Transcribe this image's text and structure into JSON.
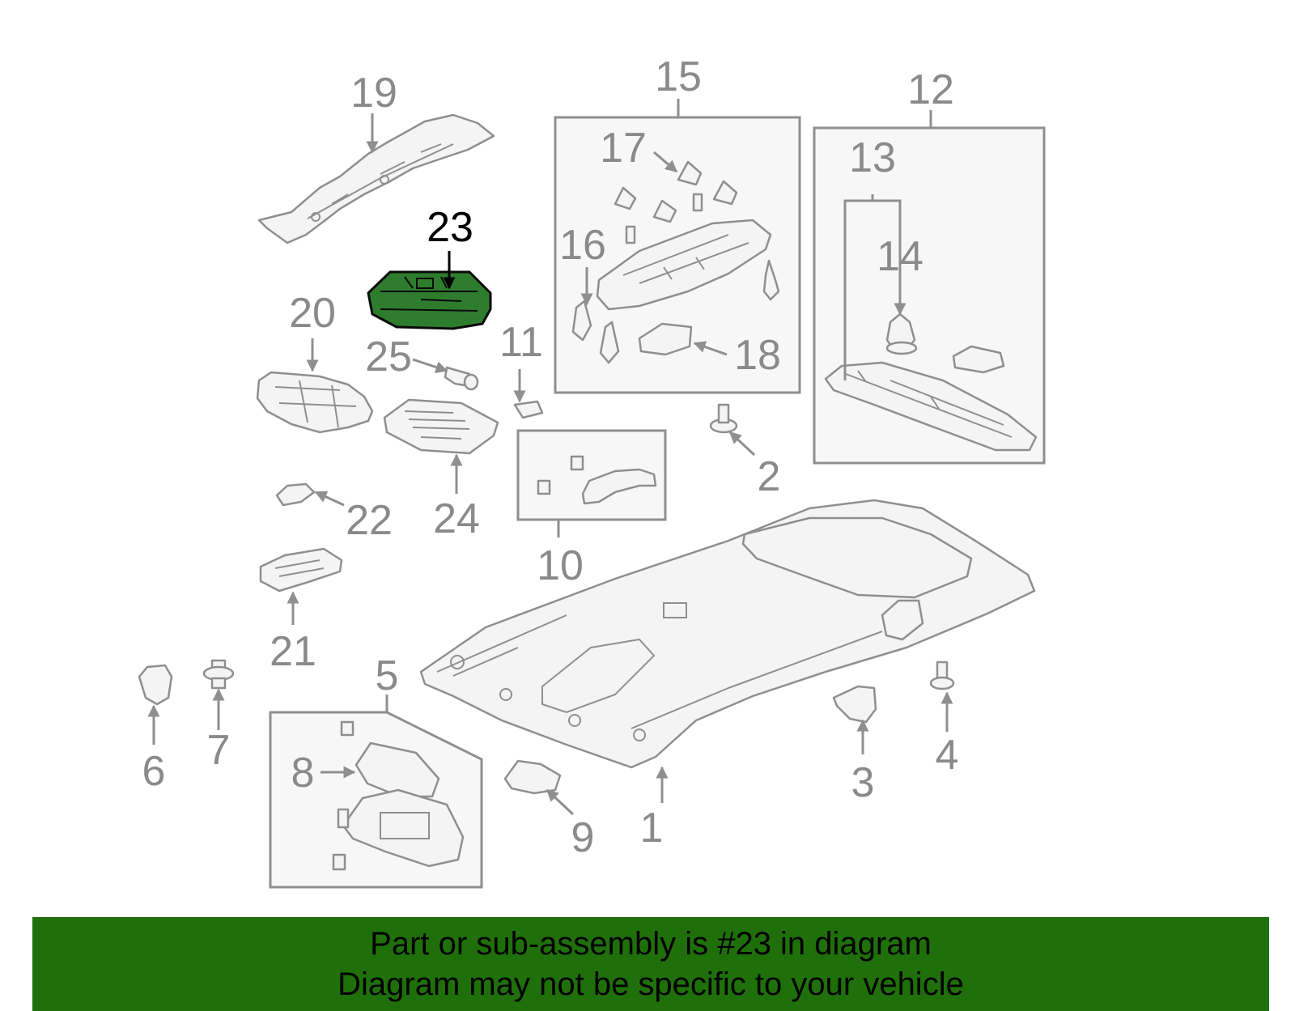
{
  "highlighted_part": "23",
  "callouts": [
    "1",
    "2",
    "3",
    "4",
    "5",
    "6",
    "7",
    "8",
    "9",
    "10",
    "11",
    "12",
    "13",
    "14",
    "15",
    "16",
    "17",
    "18",
    "19",
    "20",
    "21",
    "22",
    "23",
    "24",
    "25"
  ],
  "banner": {
    "line1": "Part or sub-assembly is #23 in diagram",
    "line2": "Diagram may not be specific to your vehicle"
  },
  "colors": {
    "banner_background": "#1f6f0a",
    "highlight_fill": "#2e7d2e",
    "part_line": "#8f8f8f"
  }
}
